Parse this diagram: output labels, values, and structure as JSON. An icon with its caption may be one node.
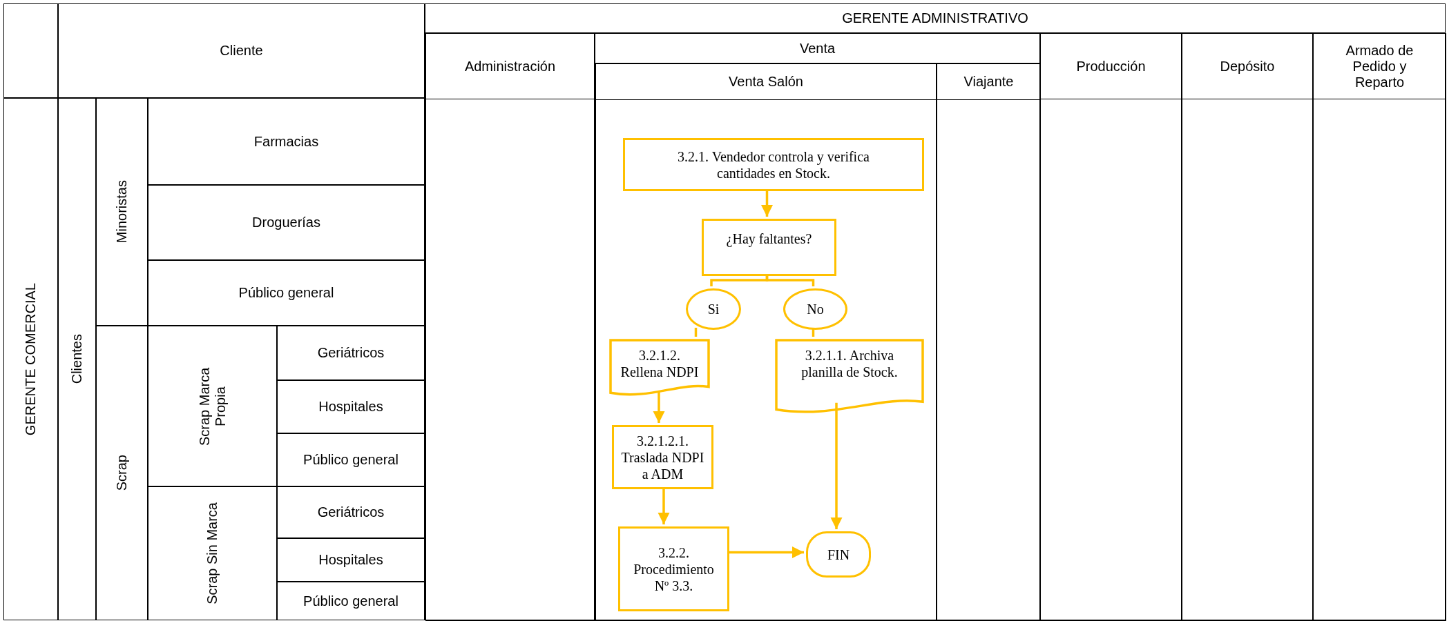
{
  "diagram": {
    "nodes": [
      {
        "text": [
          "GERENTE ADMINISTRATIVO"
        ]
      },
      {
        "text": [
          "Administración"
        ],
        "in": 0
      },
      {
        "text": [
          "Venta"
        ],
        "in": 0
      },
      {
        "text": [
          "Venta Salón"
        ],
        "in": 2
      },
      {
        "text": [
          "Viajante"
        ],
        "in": 2
      },
      {
        "text": [
          "Producción"
        ],
        "in": 0
      },
      {
        "text": [
          "Depósito"
        ],
        "in": 0
      },
      {
        "text": [
          "Armado de Pedido y Reparto"
        ],
        "in": 0
      },
      {
        "text": [
          "3.2.1. Vendedor controla y verifica cantidades en Stock."
        ],
        "in": 3
      },
      {
        "text": [
          "¿Hay faltantes?"
        ],
        "in": 3
      },
      {
        "text": [
          "Si"
        ],
        "in": 3
      },
      {
        "text": [
          "No"
        ],
        "in": 3
      },
      {
        "text": [
          "3.2.1.2. Rellena NDPI"
        ],
        "in": 3
      },
      {
        "text": [
          "3.2.1.1. Archiva planilla de Stock."
        ],
        "in": 3
      },
      {
        "text": [
          "3.2.1.2.1. Traslada NDPI a ADM"
        ],
        "in": 3
      },
      {
        "text": [
          "3.2.2. Procedimiento Nº 3.3."
        ],
        "in": 3
      },
      {
        "text": [
          "FIN"
        ],
        "in": 3
      }
    ],
    "edges": [
      {
        "from": 8,
        "to": 9,
        "arrow": "to"
      },
      {
        "from": 9,
        "to": 10,
        "arrow": "none"
      },
      {
        "from": 9,
        "to": 11,
        "arrow": "none"
      },
      {
        "from": 10,
        "to": 12,
        "arrow": "none"
      },
      {
        "from": 11,
        "to": 13,
        "arrow": "none"
      },
      {
        "from": 12,
        "to": 14,
        "arrow": "to"
      },
      {
        "from": 14,
        "to": 15,
        "arrow": "to"
      },
      {
        "from": 15,
        "to": 16,
        "arrow": "to"
      },
      {
        "from": 13,
        "to": 16,
        "arrow": "to"
      }
    ],
    "labels": [
      "Cliente",
      "GERENTE COMERCIAL",
      "Clientes",
      "Minoristas",
      "Farmacias",
      "Droguerías",
      "Público general",
      "Scrap",
      "Scrap Marca Propia",
      "Geriátricos",
      "Hospitales",
      "Público general",
      "Scrap Sin Marca",
      "Geriátricos",
      "Hospitales",
      "Público general"
    ]
  }
}
